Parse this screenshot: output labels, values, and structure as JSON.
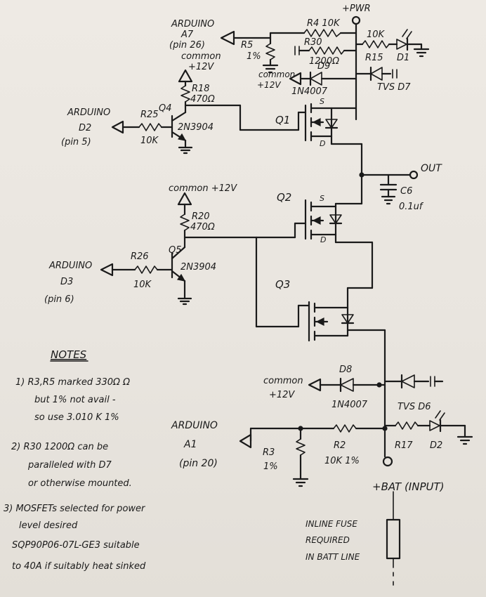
{
  "labels": {
    "pwr": "+PWR",
    "a7_1": "ARDUINO",
    "a7_2": "A7",
    "a7_3": "(pin 26)",
    "r4": "R4 10K",
    "r5": "R5",
    "r5_pct": "1%",
    "r30": "R30",
    "r30_val": "1200Ω",
    "r15_top": "10K",
    "r15": "R15",
    "d1": "D1",
    "common_q4_1": "common",
    "common_q4_2": "+12V",
    "common_d9_1": "common",
    "common_d9_2": "+12V",
    "d9": "D9",
    "d9_part": "1N4007",
    "tvs_d7": "TVS D7",
    "r18": "R18",
    "r18_val": "470Ω",
    "q4": "Q4",
    "r25": "R25",
    "r25_val": "10K",
    "q4_part": "2N3904",
    "d2_1": "ARDUINO",
    "d2_2": "D2",
    "d2_3": "(pin 5)",
    "q1": "Q1",
    "s1": "S",
    "d1_drain": "D",
    "out": "OUT",
    "c6": "C6",
    "c6_val": "0.1uf",
    "common_q5": "common +12V",
    "q2": "Q2",
    "s2": "S",
    "d2_drain": "D",
    "r20": "R20",
    "r20_val": "470Ω",
    "q5": "Q5",
    "r26": "R26",
    "r26_val": "10K",
    "q5_part": "2N3904",
    "d3_1": "ARDUINO",
    "d3_2": "D3",
    "d3_3": "(pin 6)",
    "q3": "Q3",
    "d8": "D8",
    "d8_part": "1N4007",
    "common_d8_1": "common",
    "common_d8_2": "+12V",
    "tvs_d6": "TVS D6",
    "a1_1": "ARDUINO",
    "a1_2": "A1",
    "a1_3": "(pin 20)",
    "r3": "R3",
    "r3_pct": "1%",
    "r2": "R2",
    "r2_val": "10K 1%",
    "r17": "R17",
    "d2_led": "D2",
    "bat": "+BAT (INPUT)",
    "fuse_1": "INLINE FUSE",
    "fuse_2": "REQUIRED",
    "fuse_3": "IN BATT LINE"
  },
  "notes": {
    "heading": "NOTES",
    "n1a": "1) R3,R5 marked 330Ω Ω",
    "n1b": "but 1% not avail -",
    "n1c": "so use 3.010 K 1%",
    "n2a": "2) R30 1200Ω can be",
    "n2b": "paralleled with D7",
    "n2c": "or otherwise mounted.",
    "n3a": "3) MOSFETs selected for power",
    "n3b": "level desired",
    "n3c": "SQP90P06-07L-GE3 suitable",
    "n3d": "to 40A if suitably heat sinked"
  }
}
